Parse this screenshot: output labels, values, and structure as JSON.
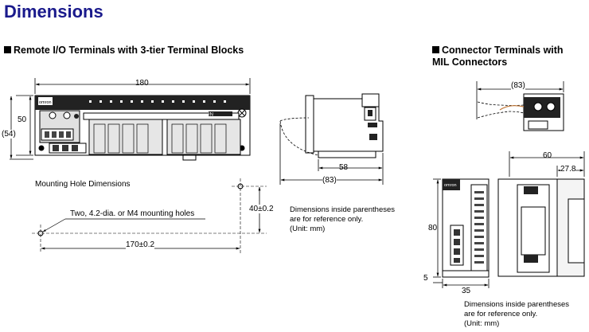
{
  "title": "Dimensions",
  "sections": {
    "remote": "Remote I/O Terminals with 3-tier Terminal Blocks",
    "connector_l1": "Connector Terminals with",
    "connector_l2": "MIL Connectors"
  },
  "remote": {
    "dim_width": "180",
    "dim_height": "50",
    "dim_height_ref": "(54)",
    "dim_side_depth": "58",
    "dim_side_depth_ref": "(83)",
    "mounting_title": "Mounting Hole Dimensions",
    "mounting_holes": "Two, 4.2-dia. or M4 mounting holes",
    "dim_hole_x": "170±0.2",
    "dim_hole_y": "40±0.2",
    "brand": "omron",
    "in_label": "IN",
    "note": [
      "Dimensions inside parentheses",
      "are for reference only.",
      "(Unit: mm)"
    ]
  },
  "connector": {
    "dim_top_ref": "(83)",
    "dim_depth": "60",
    "dim_depth2": "27.8",
    "dim_height": "80",
    "dim_width": "35",
    "dim_offset": "5",
    "brand": "omron",
    "note": [
      "Dimensions inside parentheses",
      "are for reference only.",
      "(Unit: mm)"
    ]
  },
  "colors": {
    "title": "#1a1a8c",
    "line": "#000000",
    "device_dark": "#222222",
    "device_light": "#d8d8d8"
  }
}
